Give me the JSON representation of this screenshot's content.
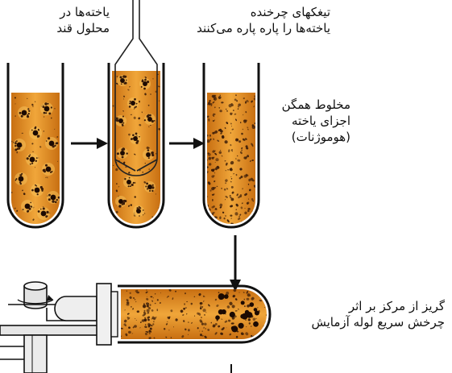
{
  "labels": {
    "cells_in_sugar": [
      "یاخته‌ها در",
      "محلول قند"
    ],
    "rotating_blades": [
      "تیغکهای چرخنده",
      "یاخته‌ها را پاره پاره می‌کنند"
    ],
    "homogenate": [
      "مخلوط همگن",
      "اجزای یاخته",
      "(هوموژنات)"
    ],
    "centrifugal": [
      "گریز از مرکز بر اثر",
      "چرخش سریع لوله آزمایش"
    ]
  },
  "icons": [
    "test-tube",
    "blender-blade",
    "arrow",
    "centrifuge-rotor"
  ],
  "colors": {
    "fluid": "#e89a2c",
    "fluid_dark": "#c86f12",
    "fluid_light": "#f6c15a",
    "debris": "#3a1c08",
    "nucleus": "#1c0a02",
    "glass": "#111111",
    "metal": "#dcdcdc"
  }
}
